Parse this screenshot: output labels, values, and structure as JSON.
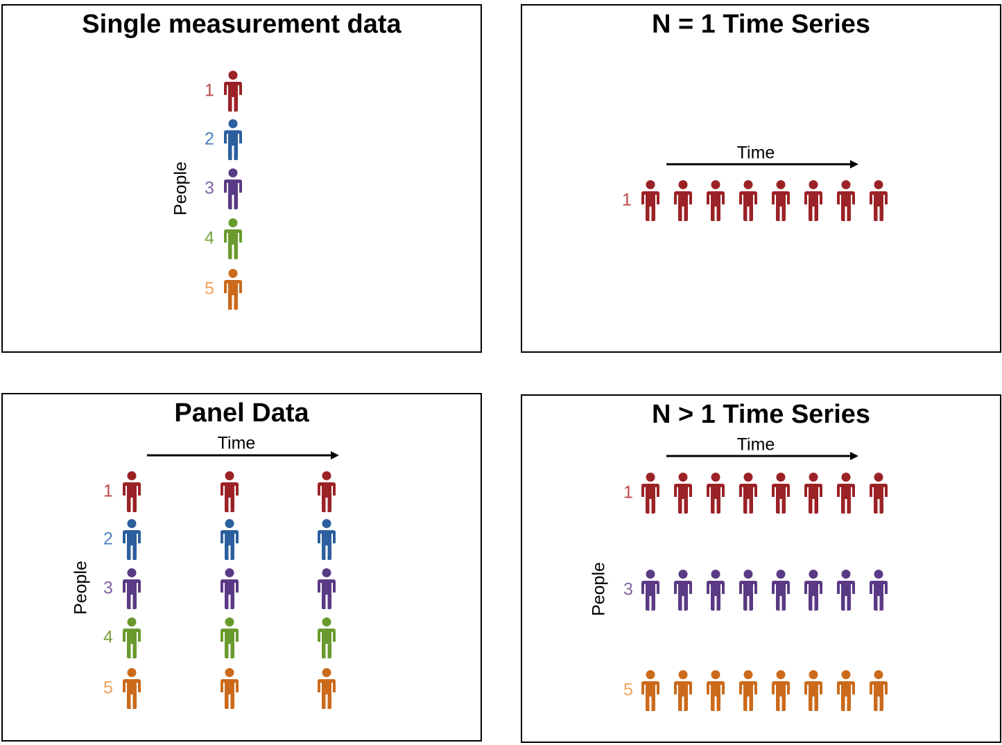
{
  "colors": {
    "person_1": "#9b2226",
    "person_2": "#2c5f9e",
    "person_3": "#5a3a84",
    "person_4": "#6a9a2e",
    "person_5": "#cb6a1b",
    "label_1": "#c0474a",
    "label_2": "#4f81bd",
    "label_3": "#8064a2",
    "label_4": "#77a33b",
    "label_5": "#f3a25a"
  },
  "icon": "person-icon",
  "panels": [
    {
      "id": "single-measurement",
      "title": "Single measurement data",
      "y_label": "People",
      "x_label": "",
      "rows": [
        {
          "label": "1",
          "person": 1,
          "count": 1
        },
        {
          "label": "2",
          "person": 2,
          "count": 1
        },
        {
          "label": "3",
          "person": 3,
          "count": 1
        },
        {
          "label": "4",
          "person": 4,
          "count": 1
        },
        {
          "label": "5",
          "person": 5,
          "count": 1
        }
      ]
    },
    {
      "id": "n1-time-series",
      "title": "N = 1 Time Series",
      "y_label": "",
      "x_label": "Time",
      "rows": [
        {
          "label": "1",
          "person": 1,
          "count": 8
        }
      ]
    },
    {
      "id": "panel-data",
      "title": "Panel Data",
      "y_label": "People",
      "x_label": "Time",
      "rows": [
        {
          "label": "1",
          "person": 1,
          "count": 3
        },
        {
          "label": "2",
          "person": 2,
          "count": 3
        },
        {
          "label": "3",
          "person": 3,
          "count": 3
        },
        {
          "label": "4",
          "person": 4,
          "count": 3
        },
        {
          "label": "5",
          "person": 5,
          "count": 3
        }
      ]
    },
    {
      "id": "n-gt-1-time-series",
      "title": "N > 1 Time Series",
      "y_label": "People",
      "x_label": "Time",
      "rows": [
        {
          "label": "1",
          "person": 1,
          "count": 8
        },
        {
          "label": "3",
          "person": 3,
          "count": 8
        },
        {
          "label": "5",
          "person": 5,
          "count": 8
        }
      ]
    }
  ]
}
